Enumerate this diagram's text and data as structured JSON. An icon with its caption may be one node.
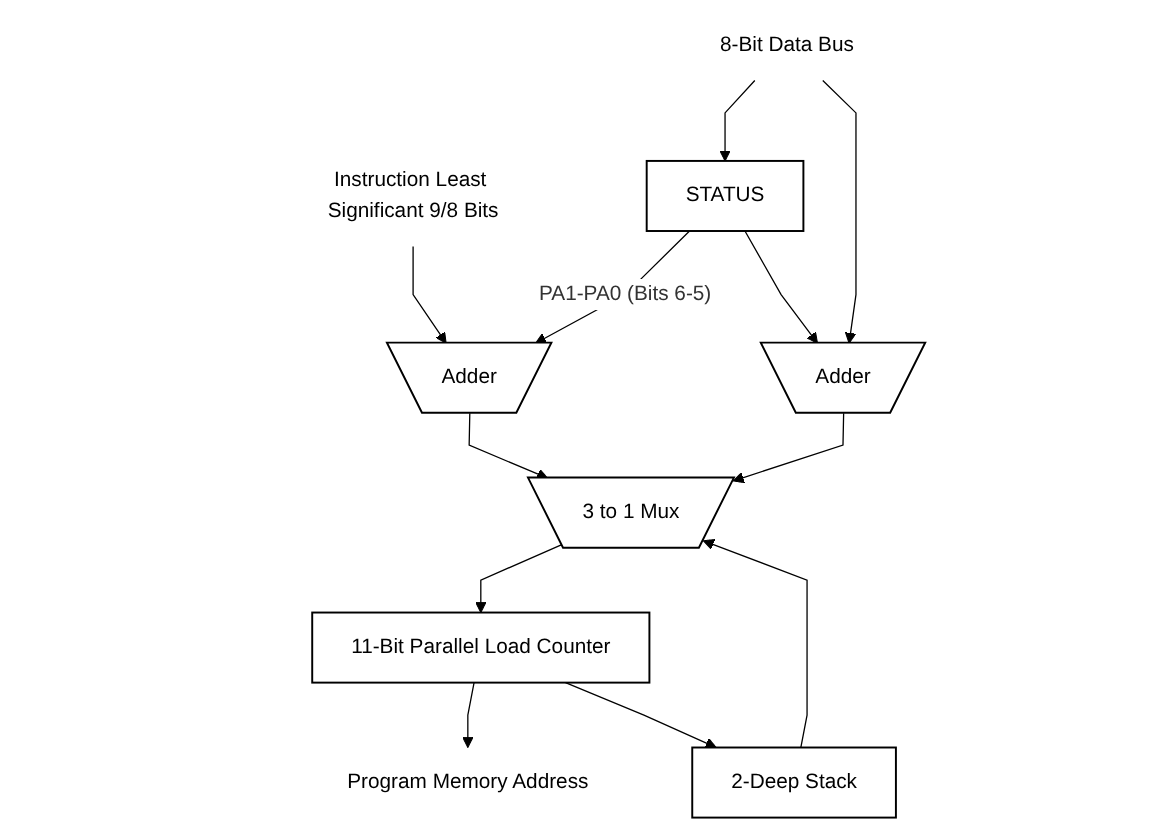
{
  "diagram": {
    "nodes": [
      {
        "text": [
          "STATUS"
        ]
      },
      {
        "text": [
          "Instruction Least Significant 9/8 Bits"
        ]
      },
      {
        "text": [
          "8-Bit Data Bus"
        ]
      },
      {
        "text": [
          "Adder"
        ]
      },
      {
        "text": [
          "Adder"
        ]
      },
      {
        "text": [
          "3 to 1 Mux"
        ]
      },
      {
        "text": [
          "Program Memory Address"
        ]
      },
      {
        "text": [
          "11-Bit Parallel Load Counter"
        ]
      },
      {
        "text": [
          "2-Deep Stack"
        ]
      }
    ],
    "edges": [
      {
        "from": 2,
        "to": 0,
        "arrow": "to"
      },
      {
        "from": 1,
        "to": 3,
        "arrow": "to"
      },
      {
        "from": 0,
        "to": 3,
        "arrow": "to",
        "label": "PA1-PA0 (Bits 6-5)"
      },
      {
        "from": 0,
        "to": 4,
        "arrow": "to"
      },
      {
        "from": 2,
        "to": 4,
        "arrow": "to"
      },
      {
        "from": 3,
        "to": 5,
        "arrow": "to"
      },
      {
        "from": 4,
        "to": 5,
        "arrow": "to"
      },
      {
        "from": 8,
        "to": 5,
        "arrow": "to"
      },
      {
        "from": 5,
        "to": 7,
        "arrow": "to"
      },
      {
        "from": 7,
        "to": 6,
        "arrow": "to"
      },
      {
        "from": 7,
        "to": 8,
        "arrow": "to"
      }
    ]
  }
}
